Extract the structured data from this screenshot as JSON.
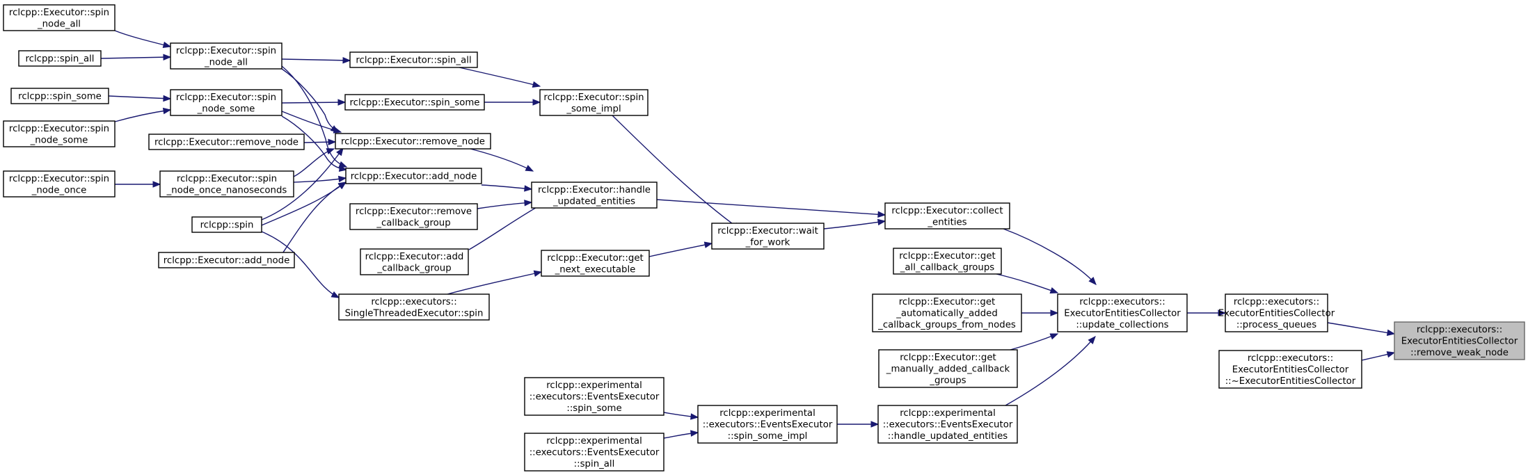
{
  "diagram": {
    "type": "call-graph",
    "edge_color": "#191970",
    "node_border_color": "#000000",
    "root_fill_color": "#bfbfbf",
    "nodes": [
      {
        "id": "remove_weak_node",
        "lines": [
          "rclcpp::executors::",
          "ExecutorEntitiesCollector",
          "::remove_weak_node"
        ]
      },
      {
        "id": "process_queues",
        "lines": [
          "rclcpp::executors::",
          "ExecutorEntitiesCollector",
          "::process_queues"
        ]
      },
      {
        "id": "dtor",
        "lines": [
          "rclcpp::executors::",
          "ExecutorEntitiesCollector",
          "::~ExecutorEntitiesCollector"
        ]
      },
      {
        "id": "update_collections",
        "lines": [
          "rclcpp::executors::",
          "ExecutorEntitiesCollector",
          "::update_collections"
        ]
      },
      {
        "id": "collect_entities",
        "lines": [
          "rclcpp::Executor::collect",
          "_entities"
        ]
      },
      {
        "id": "get_all_cb",
        "lines": [
          "rclcpp::Executor::get",
          "_all_callback_groups"
        ]
      },
      {
        "id": "get_auto_cb",
        "lines": [
          "rclcpp::Executor::get",
          "_automatically_added",
          "_callback_groups_from_nodes"
        ]
      },
      {
        "id": "get_manual_cb",
        "lines": [
          "rclcpp::Executor::get",
          "_manually_added_callback",
          "_groups"
        ]
      },
      {
        "id": "ee_handle_updated",
        "lines": [
          "rclcpp::experimental",
          "::executors::EventsExecutor",
          "::handle_updated_entities"
        ]
      },
      {
        "id": "handle_updated",
        "lines": [
          "rclcpp::Executor::handle",
          "_updated_entities"
        ]
      },
      {
        "id": "wait_for_work",
        "lines": [
          "rclcpp::Executor::wait",
          "_for_work"
        ]
      },
      {
        "id": "ee_spin_some_impl",
        "lines": [
          "rclcpp::experimental",
          "::executors::EventsExecutor",
          "::spin_some_impl"
        ]
      },
      {
        "id": "spin_some_impl",
        "lines": [
          "rclcpp::Executor::spin",
          "_some_impl"
        ]
      },
      {
        "id": "get_next_executable",
        "lines": [
          "rclcpp::Executor::get",
          "_next_executable"
        ]
      },
      {
        "id": "ee_spin_some",
        "lines": [
          "rclcpp::experimental",
          "::executors::EventsExecutor",
          "::spin_some"
        ]
      },
      {
        "id": "ee_spin_all",
        "lines": [
          "rclcpp::experimental",
          "::executors::EventsExecutor",
          "::spin_all"
        ]
      },
      {
        "id": "exec_spin_all",
        "lines": [
          "rclcpp::Executor::spin_all"
        ]
      },
      {
        "id": "exec_spin_some",
        "lines": [
          "rclcpp::Executor::spin_some"
        ]
      },
      {
        "id": "exec_remove_node",
        "lines": [
          "rclcpp::Executor::remove_node"
        ]
      },
      {
        "id": "exec_add_node",
        "lines": [
          "rclcpp::Executor::add_node"
        ]
      },
      {
        "id": "exec_remove_cbg",
        "lines": [
          "rclcpp::Executor::remove",
          "_callback_group"
        ]
      },
      {
        "id": "exec_add_cbg",
        "lines": [
          "rclcpp::Executor::add",
          "_callback_group"
        ]
      },
      {
        "id": "ste_spin",
        "lines": [
          "rclcpp::executors::",
          "SingleThreadedExecutor::spin"
        ]
      },
      {
        "id": "exec_spin_node_all",
        "lines": [
          "rclcpp::Executor::spin",
          "_node_all"
        ]
      },
      {
        "id": "exec_spin_node_some",
        "lines": [
          "rclcpp::Executor::spin",
          "_node_some"
        ]
      },
      {
        "id": "exec_remove_node2",
        "lines": [
          "rclcpp::Executor::remove_node"
        ]
      },
      {
        "id": "exec_spin_node_once_ns",
        "lines": [
          "rclcpp::Executor::spin",
          "_node_once_nanoseconds"
        ]
      },
      {
        "id": "spin",
        "lines": [
          "rclcpp::spin"
        ]
      },
      {
        "id": "exec_add_node2",
        "lines": [
          "rclcpp::Executor::add_node"
        ]
      },
      {
        "id": "exec_spin_node_all2",
        "lines": [
          "rclcpp::Executor::spin",
          "_node_all"
        ]
      },
      {
        "id": "spin_all",
        "lines": [
          "rclcpp::spin_all"
        ]
      },
      {
        "id": "spin_some",
        "lines": [
          "rclcpp::spin_some"
        ]
      },
      {
        "id": "exec_spin_node_some2",
        "lines": [
          "rclcpp::Executor::spin",
          "_node_some"
        ]
      },
      {
        "id": "exec_spin_node_once",
        "lines": [
          "rclcpp::Executor::spin",
          "_node_once"
        ]
      }
    ],
    "edges": [
      {
        "from": "process_queues",
        "to": "remove_weak_node"
      },
      {
        "from": "dtor",
        "to": "remove_weak_node"
      },
      {
        "from": "update_collections",
        "to": "process_queues"
      },
      {
        "from": "collect_entities",
        "to": "update_collections"
      },
      {
        "from": "get_all_cb",
        "to": "update_collections"
      },
      {
        "from": "get_auto_cb",
        "to": "update_collections"
      },
      {
        "from": "get_manual_cb",
        "to": "update_collections"
      },
      {
        "from": "ee_handle_updated",
        "to": "update_collections"
      },
      {
        "from": "handle_updated",
        "to": "collect_entities"
      },
      {
        "from": "wait_for_work",
        "to": "collect_entities"
      },
      {
        "from": "ee_spin_some_impl",
        "to": "ee_handle_updated"
      },
      {
        "from": "spin_some_impl",
        "to": "wait_for_work"
      },
      {
        "from": "get_next_executable",
        "to": "wait_for_work"
      },
      {
        "from": "ee_spin_some",
        "to": "ee_spin_some_impl"
      },
      {
        "from": "ee_spin_all",
        "to": "ee_spin_some_impl"
      },
      {
        "from": "exec_spin_all",
        "to": "spin_some_impl"
      },
      {
        "from": "exec_spin_some",
        "to": "spin_some_impl"
      },
      {
        "from": "exec_remove_node",
        "to": "handle_updated"
      },
      {
        "from": "exec_add_node",
        "to": "handle_updated"
      },
      {
        "from": "exec_remove_cbg",
        "to": "handle_updated"
      },
      {
        "from": "exec_add_cbg",
        "to": "handle_updated"
      },
      {
        "from": "ste_spin",
        "to": "get_next_executable"
      },
      {
        "from": "exec_spin_node_all",
        "to": "exec_spin_all"
      },
      {
        "from": "exec_spin_node_all",
        "to": "exec_remove_node"
      },
      {
        "from": "exec_spin_node_all",
        "to": "exec_add_node"
      },
      {
        "from": "exec_spin_node_some",
        "to": "exec_spin_some"
      },
      {
        "from": "exec_spin_node_some",
        "to": "exec_remove_node"
      },
      {
        "from": "exec_spin_node_some",
        "to": "exec_add_node"
      },
      {
        "from": "exec_remove_node2",
        "to": "exec_remove_node"
      },
      {
        "from": "exec_spin_node_once_ns",
        "to": "exec_remove_node"
      },
      {
        "from": "exec_spin_node_once_ns",
        "to": "exec_add_node"
      },
      {
        "from": "spin",
        "to": "exec_remove_node"
      },
      {
        "from": "spin",
        "to": "exec_add_node"
      },
      {
        "from": "spin",
        "to": "ste_spin"
      },
      {
        "from": "exec_add_node2",
        "to": "exec_add_node"
      },
      {
        "from": "exec_spin_node_all2",
        "to": "exec_spin_node_all"
      },
      {
        "from": "spin_all",
        "to": "exec_spin_node_all"
      },
      {
        "from": "spin_some",
        "to": "exec_spin_node_some"
      },
      {
        "from": "exec_spin_node_some2",
        "to": "exec_spin_node_some"
      },
      {
        "from": "exec_spin_node_once",
        "to": "exec_spin_node_once_ns"
      }
    ]
  }
}
